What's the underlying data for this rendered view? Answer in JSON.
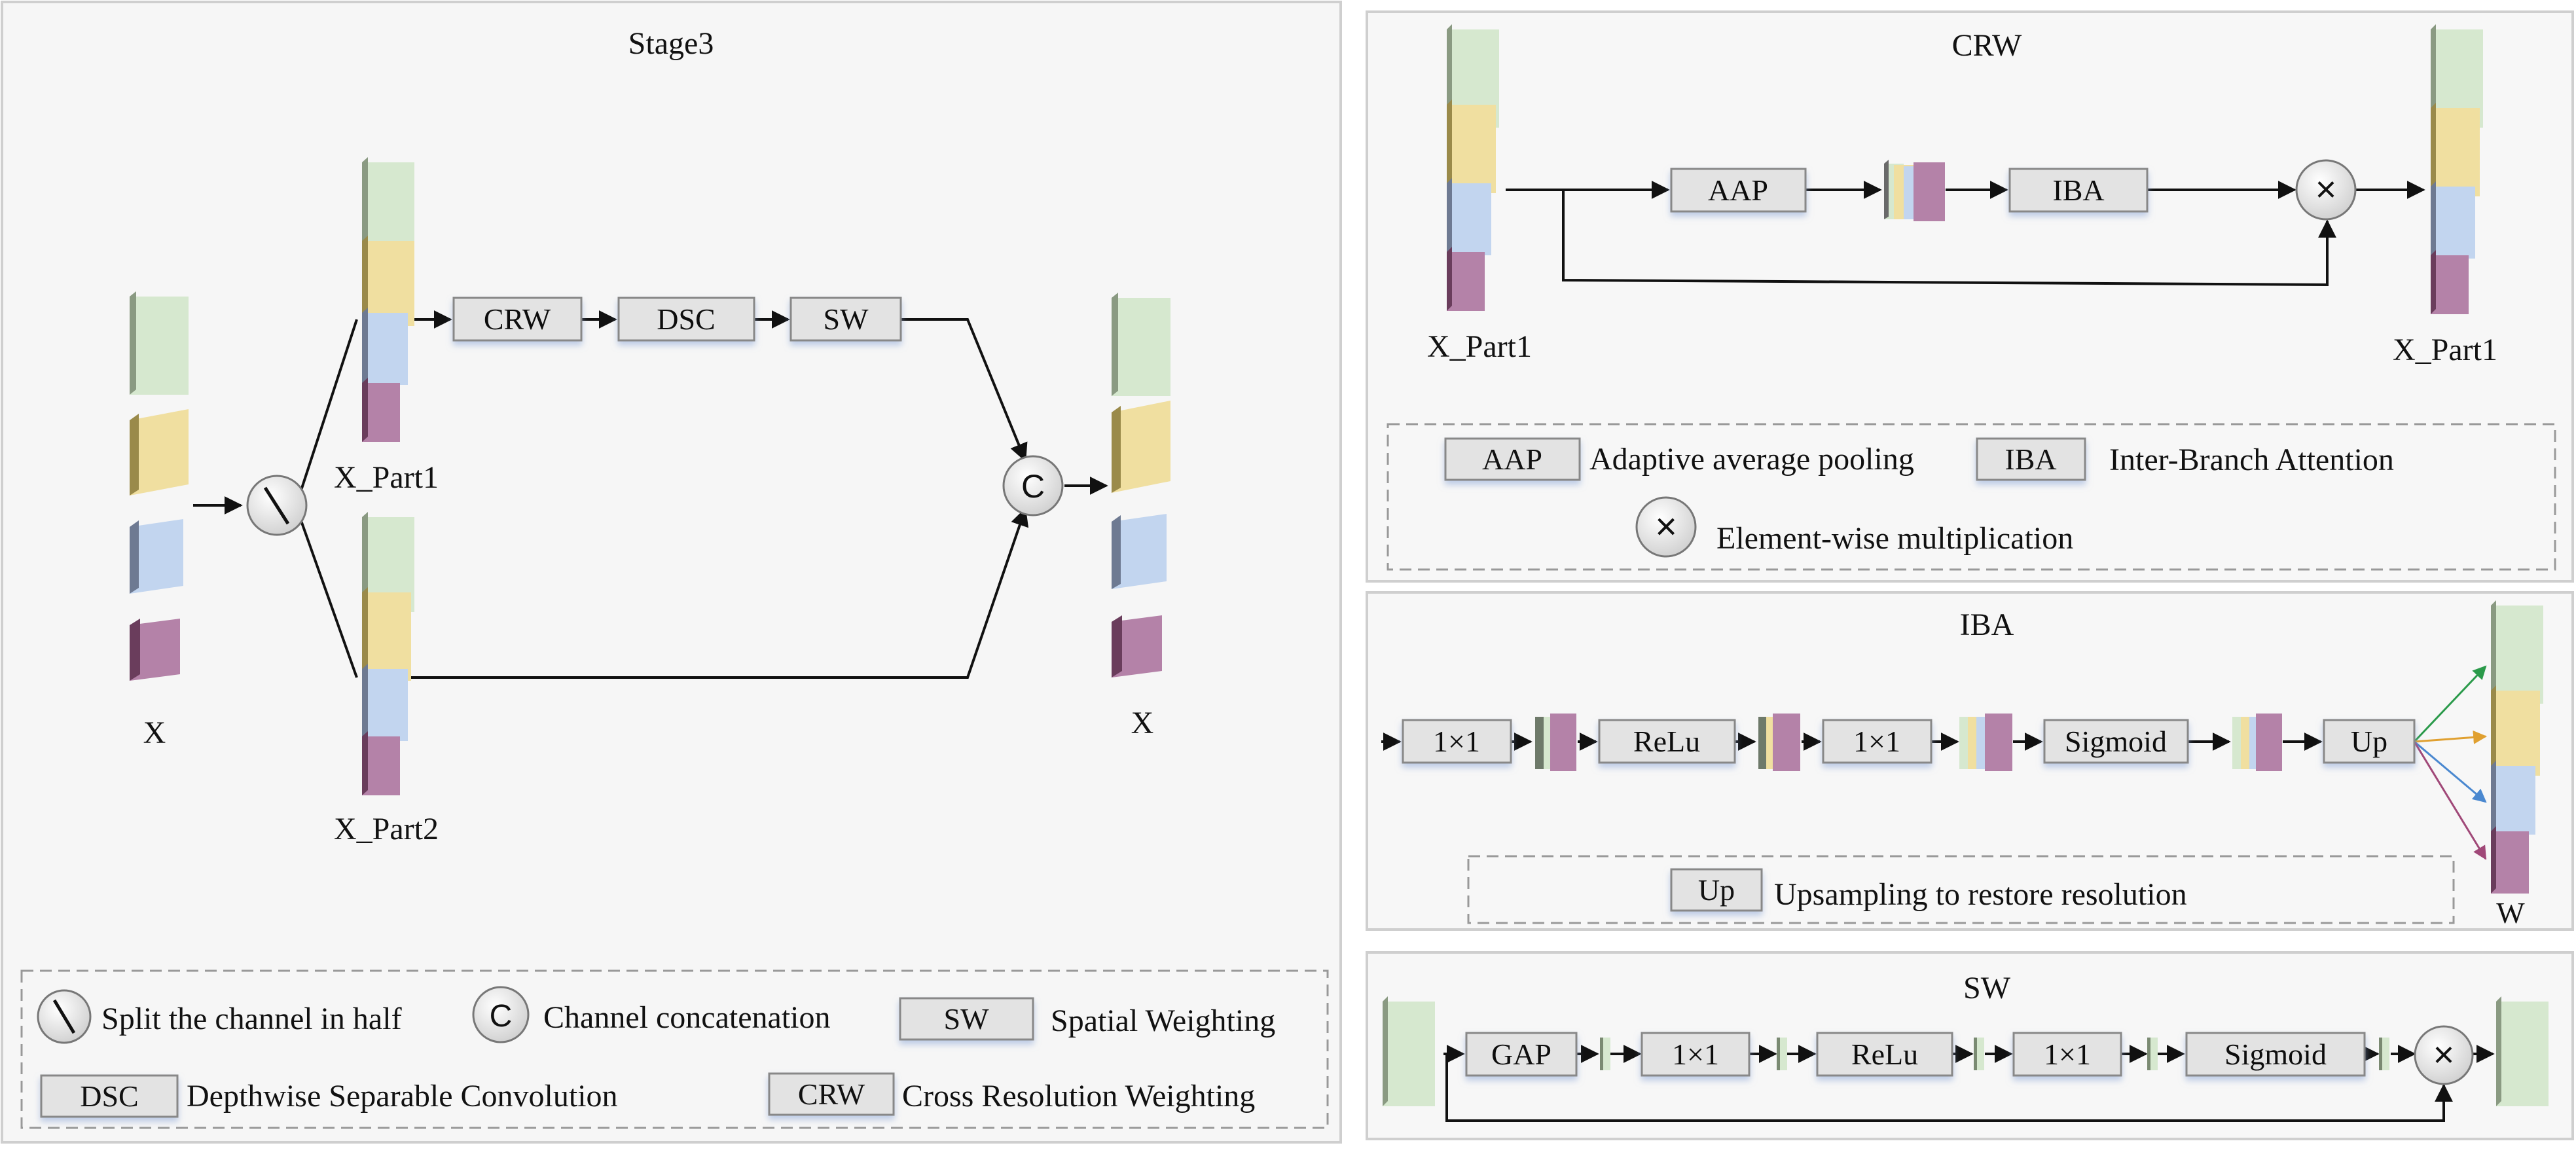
{
  "colors": {
    "green": "#d6e8cf",
    "yellow": "#f0dfa0",
    "blue": "#c2d5ef",
    "purple": "#b482a8",
    "panel": "#f6f6f6",
    "box": "#e3e3e3"
  },
  "stage3": {
    "title": "Stage3",
    "input_label": "X",
    "part1_label": "X_Part1",
    "part2_label": "X_Part2",
    "output_label": "X",
    "split_icon": "\\",
    "concat_icon": "C",
    "modules": [
      "CRW",
      "DSC",
      "SW"
    ],
    "legend": {
      "split": "Split the channel in half",
      "concat": "Channel concatenation",
      "sw_box": "SW",
      "sw": "Spatial Weighting",
      "dsc_box": "DSC",
      "dsc": "Depthwise Separable Convolution",
      "crw_box": "CRW",
      "crw": "Cross Resolution Weighting"
    }
  },
  "crw": {
    "title": "CRW",
    "input_label": "X_Part1",
    "output_label": "X_Part1",
    "modules": [
      "AAP",
      "IBA"
    ],
    "mult_icon": "×",
    "legend": {
      "aap_box": "AAP",
      "aap": "Adaptive average pooling",
      "iba_box": "IBA",
      "iba": "Inter-Branch Attention",
      "mult": "Element-wise multiplication"
    }
  },
  "iba": {
    "title": "IBA",
    "modules": [
      "1×1",
      "ReLu",
      "1×1",
      "Sigmoid",
      "Up"
    ],
    "output_label": "W",
    "legend": {
      "up_box": "Up",
      "up": "Upsampling to restore resolution"
    }
  },
  "sw": {
    "title": "SW",
    "modules": [
      "GAP",
      "1×1",
      "ReLu",
      "1×1",
      "Sigmoid"
    ],
    "mult_icon": "×"
  }
}
